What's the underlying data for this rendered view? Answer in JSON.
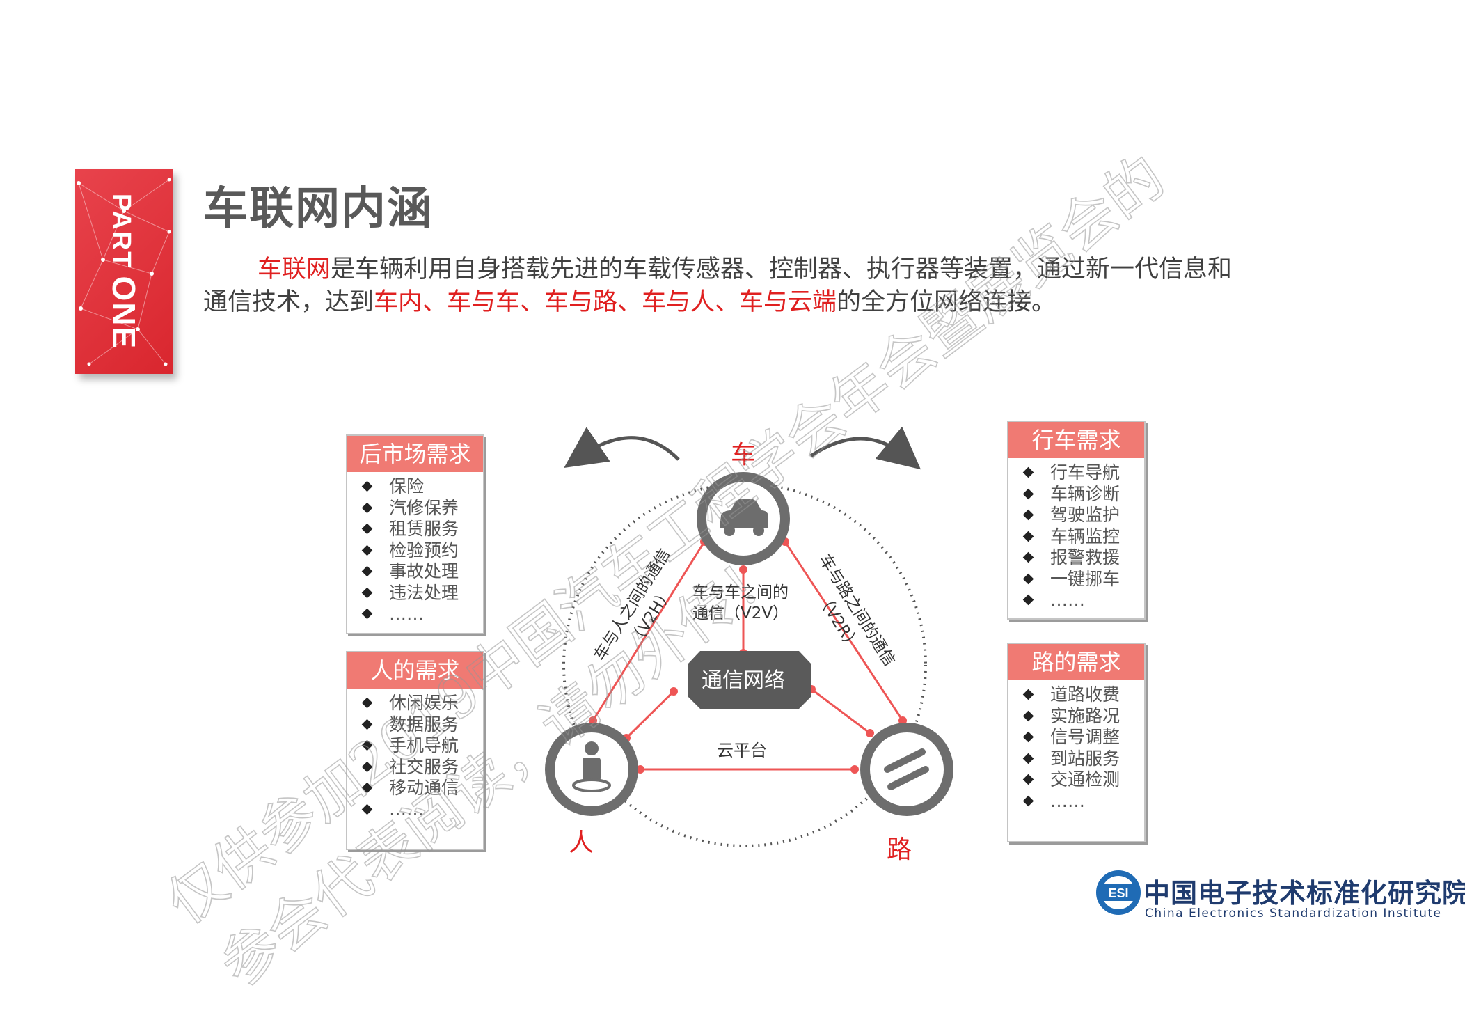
{
  "part_block": {
    "word1": "PART",
    "word2": "ONE"
  },
  "title": "车联网内涵",
  "intro": {
    "line1_red": "车联网",
    "line1_rest": "是车辆利用自身搭载先进的车载传感器、控制器、执行器等装置，通过新一代信息和",
    "line2_start": "通信技术，达到",
    "line2_red": "车内、车与车、车与路、车与人、车与云端",
    "line2_end": "的全方位网络连接。"
  },
  "boxes": {
    "aftermarket": {
      "title": "后市场需求",
      "items": [
        "保险",
        "汽修保养",
        "租赁服务",
        "检验预约",
        "事故处理",
        "违法处理",
        "……"
      ]
    },
    "people": {
      "title": "人的需求",
      "items": [
        "休闲娱乐",
        "数据服务",
        "手机导航",
        "社交服务",
        "移动通信",
        "……"
      ]
    },
    "driving": {
      "title": "行车需求",
      "items": [
        "行车导航",
        "车辆诊断",
        "驾驶监护",
        "车辆监控",
        "报警救援",
        "一键挪车",
        "……"
      ]
    },
    "road": {
      "title": "路的需求",
      "items": [
        "道路收费",
        "实施路况",
        "信号调整",
        "到站服务",
        "交通检测",
        "……"
      ]
    }
  },
  "diagram": {
    "car_label": "车",
    "person_label": "人",
    "road_label": "路",
    "network_label": "通信网络",
    "cloud_label": "云平台",
    "v2v_line1": "车与车之间的",
    "v2v_line2": "通信（V2V）",
    "v2h_line1": "车与人之间的通信",
    "v2h_line2": "（V2H）",
    "v2r_line1": "车与路之间的通信",
    "v2r_line2": "（V2R）"
  },
  "logo": {
    "badge": "ESI",
    "cn": "中国电子技术标准化研究院",
    "en": "China Electronics Standardization Institute"
  },
  "watermark": {
    "line1": "仅供参加2019中国汽车工程学会年会暨展览会的",
    "line2": "参会代表阅读，请勿外传！"
  },
  "colors": {
    "accent_red": "#e02020",
    "header_salmon": "#f07a73",
    "node_gray": "#6d6d6d",
    "line_red": "#ee5555"
  }
}
